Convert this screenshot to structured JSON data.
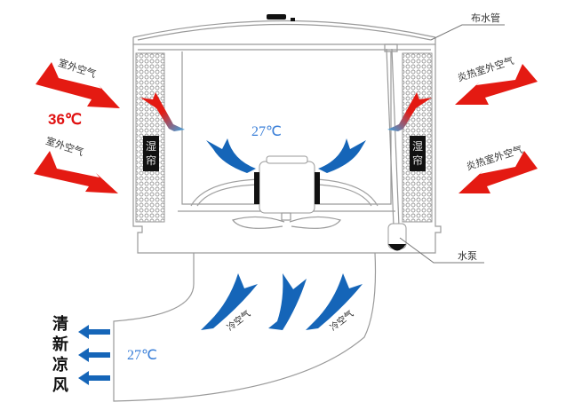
{
  "labels": {
    "outside_air_top_left": "室外空气",
    "outside_air_bottom_left": "室外空气",
    "hot_outside_air_top_right": "炎热室外空气",
    "hot_outside_air_bottom_right": "炎热室外空气",
    "water_pipe": "布水管",
    "water_pump": "水泵",
    "wet_curtain_left": "湿帘",
    "wet_curtain_right": "湿帘",
    "cool_air_1": "冷空气",
    "cool_air_2": "冷空气",
    "fresh_cool_wind": "清新凉风"
  },
  "temperatures": {
    "outside": "36℃",
    "inside_chamber": "27℃",
    "outlet": "27℃"
  },
  "colors": {
    "hot_arrow": "#e41a12",
    "cool_arrow": "#1565b8",
    "light_cool_arrow": "#3aa6e6",
    "outline": "#9a9a9a",
    "hot_text": "#e01010",
    "cool_text": "#3a7fd8"
  }
}
